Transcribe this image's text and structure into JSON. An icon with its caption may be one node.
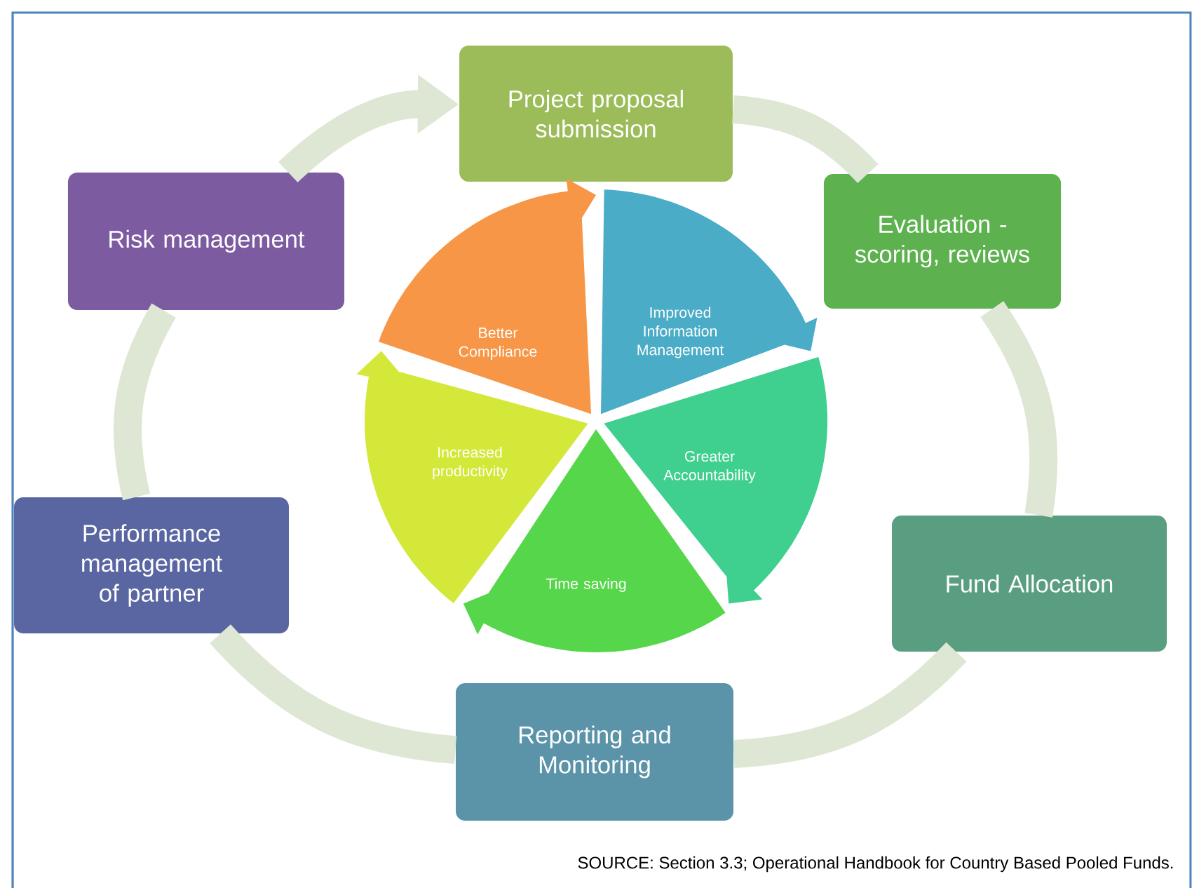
{
  "diagram": {
    "caption": "SOURCE: Section 3.3; Operational Handbook for Country Based Pooled Funds.",
    "nodes": [
      {
        "text": [
          "Project proposal submission"
        ]
      },
      {
        "text": [
          "Evaluation - scoring, reviews"
        ]
      },
      {
        "text": [
          "Fund Allocation"
        ]
      },
      {
        "text": [
          "Reporting and Monitoring"
        ]
      },
      {
        "text": [
          "Performance management of partner"
        ]
      },
      {
        "text": [
          "Risk management"
        ]
      },
      {
        "text": [
          "Better Compliance"
        ]
      },
      {
        "text": [
          "Improved Information Management"
        ]
      },
      {
        "text": [
          "Greater Accountability"
        ]
      },
      {
        "text": [
          "Time saving"
        ]
      },
      {
        "text": [
          "Increased productivity"
        ]
      }
    ],
    "edges": [
      {
        "from": 0,
        "to": 1,
        "arrow": "none"
      },
      {
        "from": 1,
        "to": 2,
        "arrow": "none"
      },
      {
        "from": 2,
        "to": 3,
        "arrow": "none"
      },
      {
        "from": 3,
        "to": 4,
        "arrow": "none"
      },
      {
        "from": 4,
        "to": 5,
        "arrow": "none"
      },
      {
        "from": 5,
        "to": 0,
        "arrow": "to"
      }
    ]
  }
}
